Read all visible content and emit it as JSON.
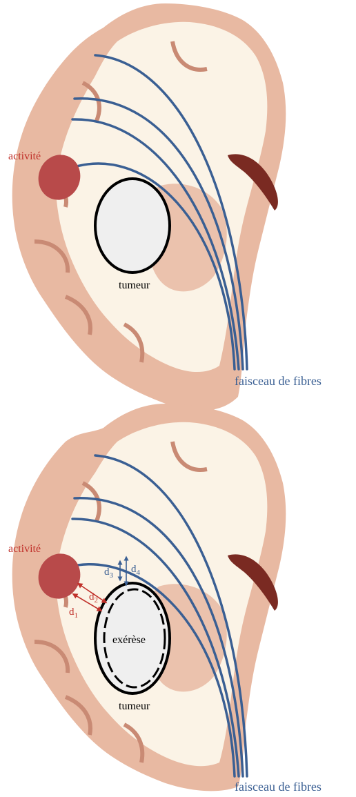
{
  "panels": [
    {
      "id": "top",
      "labels": {
        "activity": "activité",
        "tumor": "tumeur",
        "bundle": "faisceau de fibres"
      }
    },
    {
      "id": "bottom",
      "labels": {
        "activity": "activité",
        "tumor": "tumeur",
        "resection": "exérèse",
        "bundle": "faisceau de fibres",
        "d1": "d",
        "d1_sub": "1",
        "d2": "d",
        "d2_sub": "2",
        "d3": "d",
        "d3_sub": "3",
        "d4": "d",
        "d4_sub": "4"
      }
    }
  ],
  "colors": {
    "fiber": "#3a5f93",
    "activity": "#b84a4a",
    "activity_text": "#c0302a",
    "tumor_fill": "#efefef",
    "tumor_stroke": "#000000",
    "distance_red": "#c0302a",
    "distance_blue": "#3a5f93",
    "tissue_white": "#fbf3e6",
    "tissue_gray": "#e8b9a2",
    "tissue_dark": "#c98a74",
    "ventricle": "#7a2a22"
  }
}
